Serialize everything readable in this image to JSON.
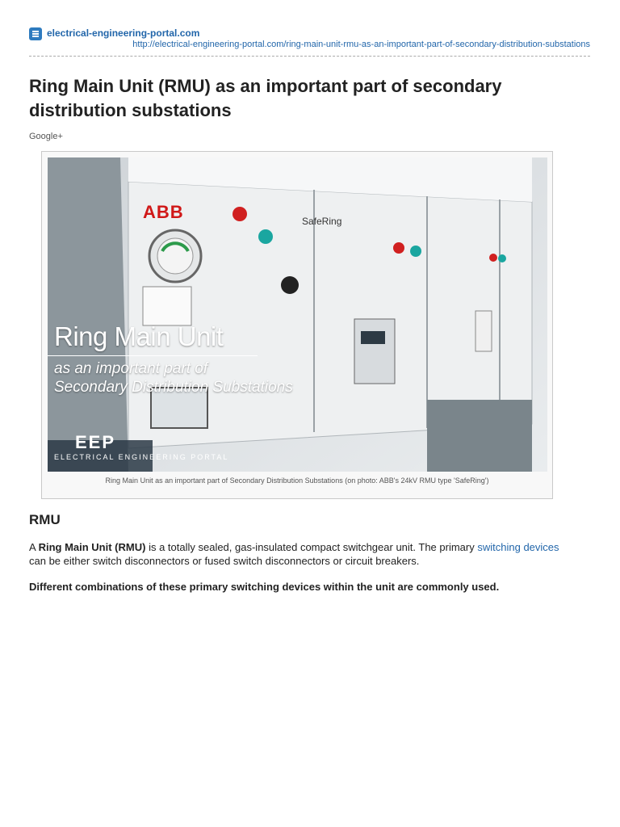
{
  "source": {
    "site_name": "electrical-engineering-portal.com",
    "url": "http://electrical-engineering-portal.com/ring-main-unit-rmu-as-an-important-part-of-secondary-distribution-substations"
  },
  "article": {
    "title": "Ring Main Unit (RMU) as an important part of secondary distribution substations",
    "social_label": "Google+"
  },
  "figure": {
    "overlay_title": "Ring Main Unit",
    "overlay_sub_line1": "as an important part of",
    "overlay_sub_line2": "Secondary Distribution Substations",
    "logo_mark": "EEP",
    "logo_text": "ELECTRICAL ENGINEERING PORTAL",
    "brand_abb": "ABB",
    "brand_product": "SafeRing",
    "caption": "Ring Main Unit as an important part of Secondary Distribution Substations (on photo: ABB's 24kV RMU type 'SafeRing')"
  },
  "section": {
    "heading": "RMU",
    "p1_prefix": "A ",
    "p1_bold": "Ring Main Unit (RMU)",
    "p1_middle": " is a totally sealed, gas-insulated compact switchgear unit. The primary ",
    "p1_link": "switching devices",
    "p1_suffix": " can be either switch disconnectors or fused switch disconnectors or circuit breakers.",
    "p2": "Different combinations of these primary switching devices within the unit are commonly used."
  },
  "colors": {
    "link": "#2266aa",
    "abb_red": "#d01818"
  }
}
